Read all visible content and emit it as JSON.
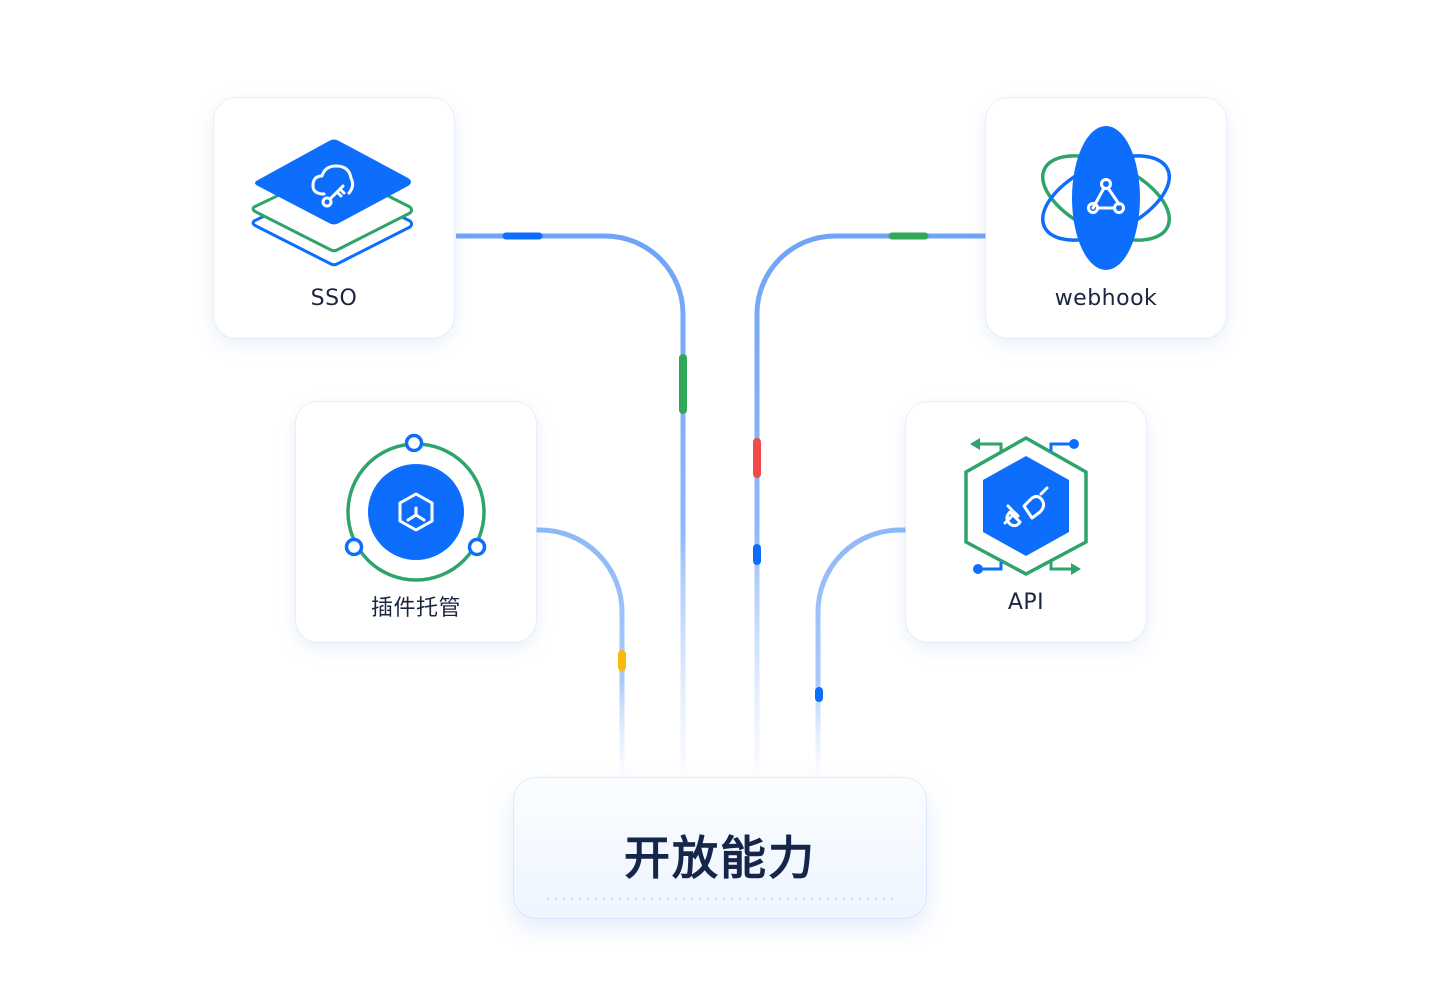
{
  "colors": {
    "primary_blue": "#0d6efd",
    "accent_green": "#2ea46b",
    "line_blue": "#6ea3f7",
    "text_dark": "#1c2540",
    "marker_green": "#2fa85a",
    "marker_red": "#f04a4a",
    "marker_yellow": "#fbb80d"
  },
  "center": {
    "title": "开放能力"
  },
  "cards": {
    "sso": {
      "label": "SSO",
      "icon": "cloud-key-layers-icon"
    },
    "webhook": {
      "label": "webhook",
      "icon": "webhook-atom-icon"
    },
    "plugin": {
      "label": "插件托管",
      "icon": "plugin-cube-orbit-icon"
    },
    "api": {
      "label": "API",
      "icon": "api-plug-hexagon-icon"
    }
  }
}
